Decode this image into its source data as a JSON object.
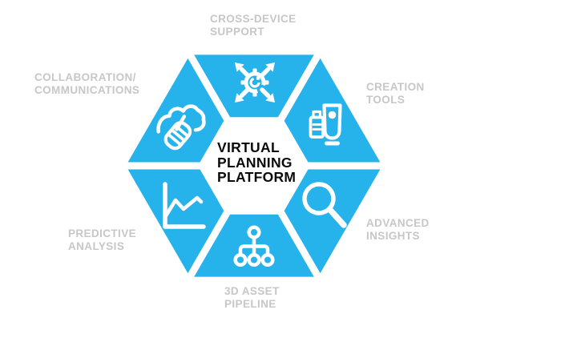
{
  "diagram": {
    "title": "VIRTUAL\nPLANNING\nPLATFORM",
    "colors": {
      "segment_fill": "#26B2EB",
      "divider": "#FFFFFF",
      "label_text": "#C7C7C7",
      "title_text": "#0B0B0B",
      "icon": "#FFFFFF",
      "background": "#FFFFFF"
    },
    "segments": [
      {
        "name": "cross-device-support",
        "label": "CROSS-DEVICE\nSUPPORT",
        "icon": "expand-arrows-gear-icon",
        "position": "top"
      },
      {
        "name": "creation-tools",
        "label": "CREATION\nTOOLS",
        "icon": "creation-tools-icon",
        "position": "top-right"
      },
      {
        "name": "advanced-insights",
        "label": "ADVANCED\nINSIGHTS",
        "icon": "magnifier-icon",
        "position": "bottom-right"
      },
      {
        "name": "3d-asset-pipeline",
        "label": "3D ASSET\nPIPELINE",
        "icon": "hierarchy-icon",
        "position": "bottom"
      },
      {
        "name": "predictive-analysis",
        "label": "PREDICTIVE\nANALYSIS",
        "icon": "line-chart-icon",
        "position": "bottom-left"
      },
      {
        "name": "collaboration-communications",
        "label": "COLLABORATION/\nCOMMUNICATIONS",
        "icon": "handshake-icon",
        "position": "top-left"
      }
    ]
  }
}
